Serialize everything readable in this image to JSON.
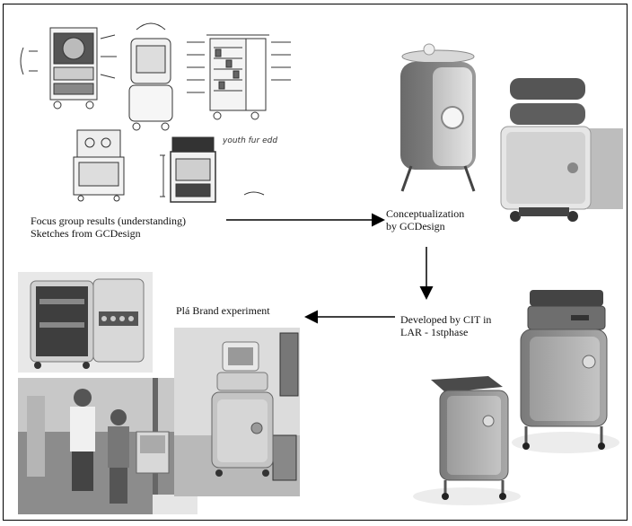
{
  "captions": {
    "focus_line1": "Focus group results (understanding)",
    "focus_line2": "Sketches from  GCDesign",
    "concept_line1": "Conceptualization",
    "concept_line2": "by GCDesign",
    "developed_line1": "Developed by CIT in",
    "developed_line2": "LAR - 1stphase",
    "experiment": "Plá Brand experiment"
  },
  "sketch_note": "youth fur edd"
}
